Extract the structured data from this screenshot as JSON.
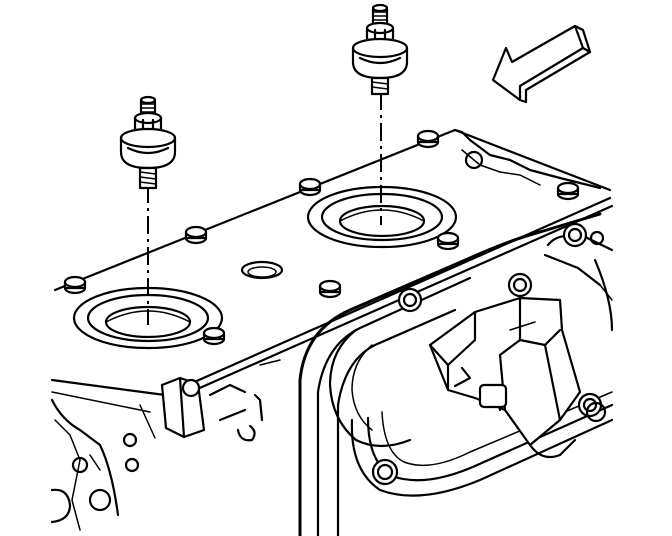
{
  "diagram": {
    "kind": "exploded-view line illustration",
    "colors": {
      "line": "#000000",
      "background": "#ffffff"
    },
    "parts": {
      "sensors": [
        {
          "name": "knock-sensor-left"
        },
        {
          "name": "knock-sensor-right"
        }
      ],
      "direction_arrow": {
        "icon": "arrow-down-left-icon"
      }
    }
  }
}
